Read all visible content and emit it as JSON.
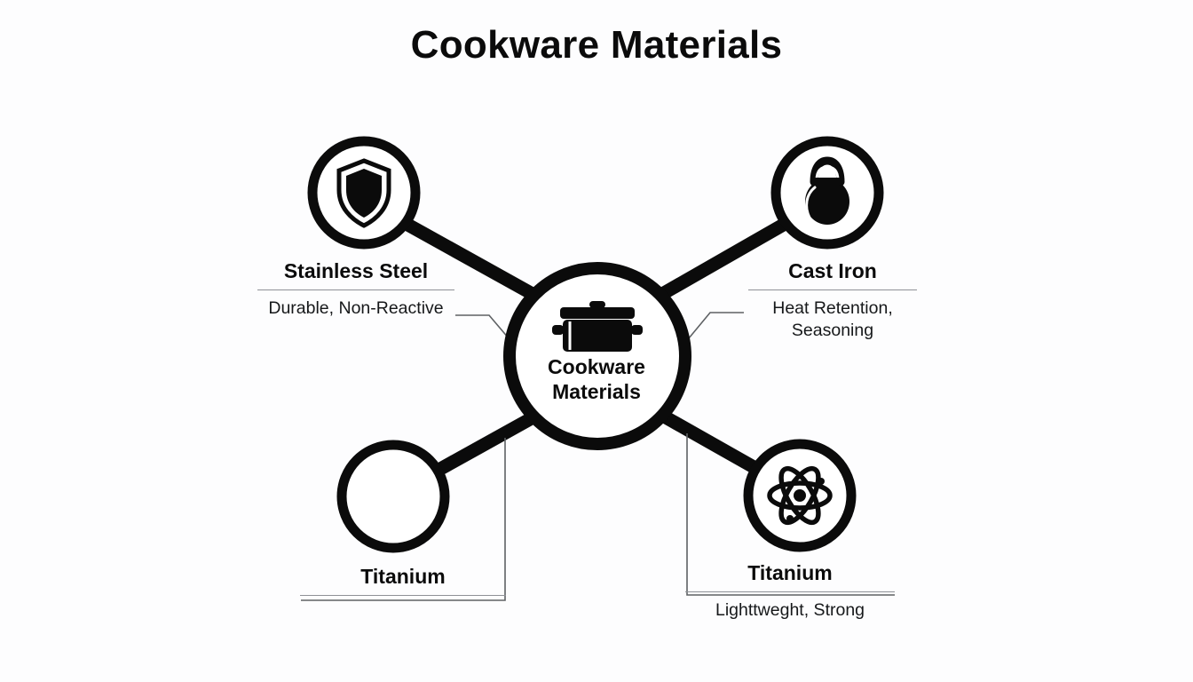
{
  "title": "Cookware Materials",
  "center": {
    "label_line1": "Cookware",
    "label_line2": "Materials",
    "icon": "cooking-pot-icon"
  },
  "colors": {
    "background": "#fdfdfe",
    "ink": "#0b0b0b",
    "rule": "#8e9196",
    "leader": "#5e6164"
  },
  "nodes": [
    {
      "id": "stainless-steel",
      "title": "Stainless Steel",
      "description": "Durable, Non-Reactive",
      "icon": "shield-icon",
      "position": "top-left"
    },
    {
      "id": "cast-iron",
      "title": "Cast Iron",
      "description": "Heat Retention,\nSeasoning",
      "description_line1": "Heat Retention,",
      "description_line2": "Seasoning",
      "icon": "kettlebell-icon",
      "position": "top-right"
    },
    {
      "id": "titanium-left",
      "title": "Titanium",
      "description": "",
      "icon": "empty-circle-icon",
      "position": "bottom-left"
    },
    {
      "id": "titanium-right",
      "title": "Titanium",
      "description": "Lighttweght, Strong",
      "icon": "atom-icon",
      "position": "bottom-right"
    }
  ]
}
